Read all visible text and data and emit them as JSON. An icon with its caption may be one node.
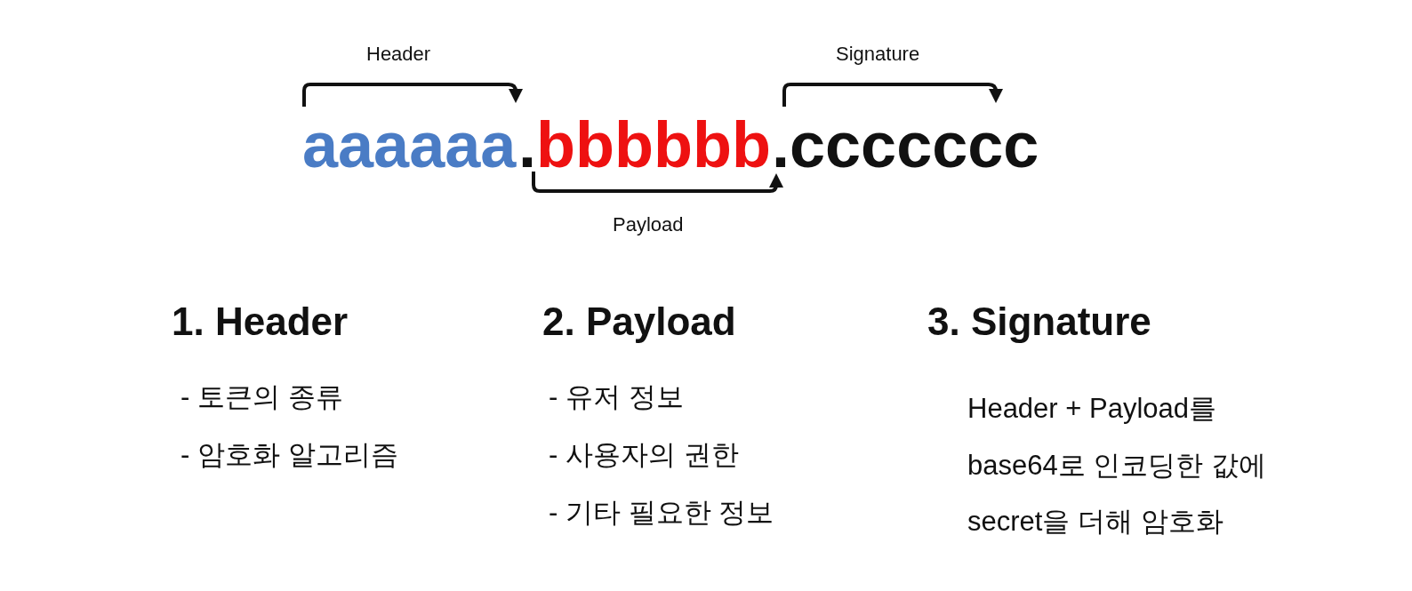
{
  "diagram": {
    "labels": [
      "Header",
      "Signature",
      "aaaaaa",
      ".",
      "bbbbbb",
      ".ccccccc",
      "Payload",
      "1. Header",
      "2. Payload",
      "3. Signature",
      "- 토큰의 종류",
      "- 유저 정보",
      "Header + Payload를 base64로 인코딩한 값에 secret을 더해 암호화",
      "- 암호화 알고리즘",
      "- 사용자의 권한",
      "- 기타 필요한 정보"
    ]
  }
}
